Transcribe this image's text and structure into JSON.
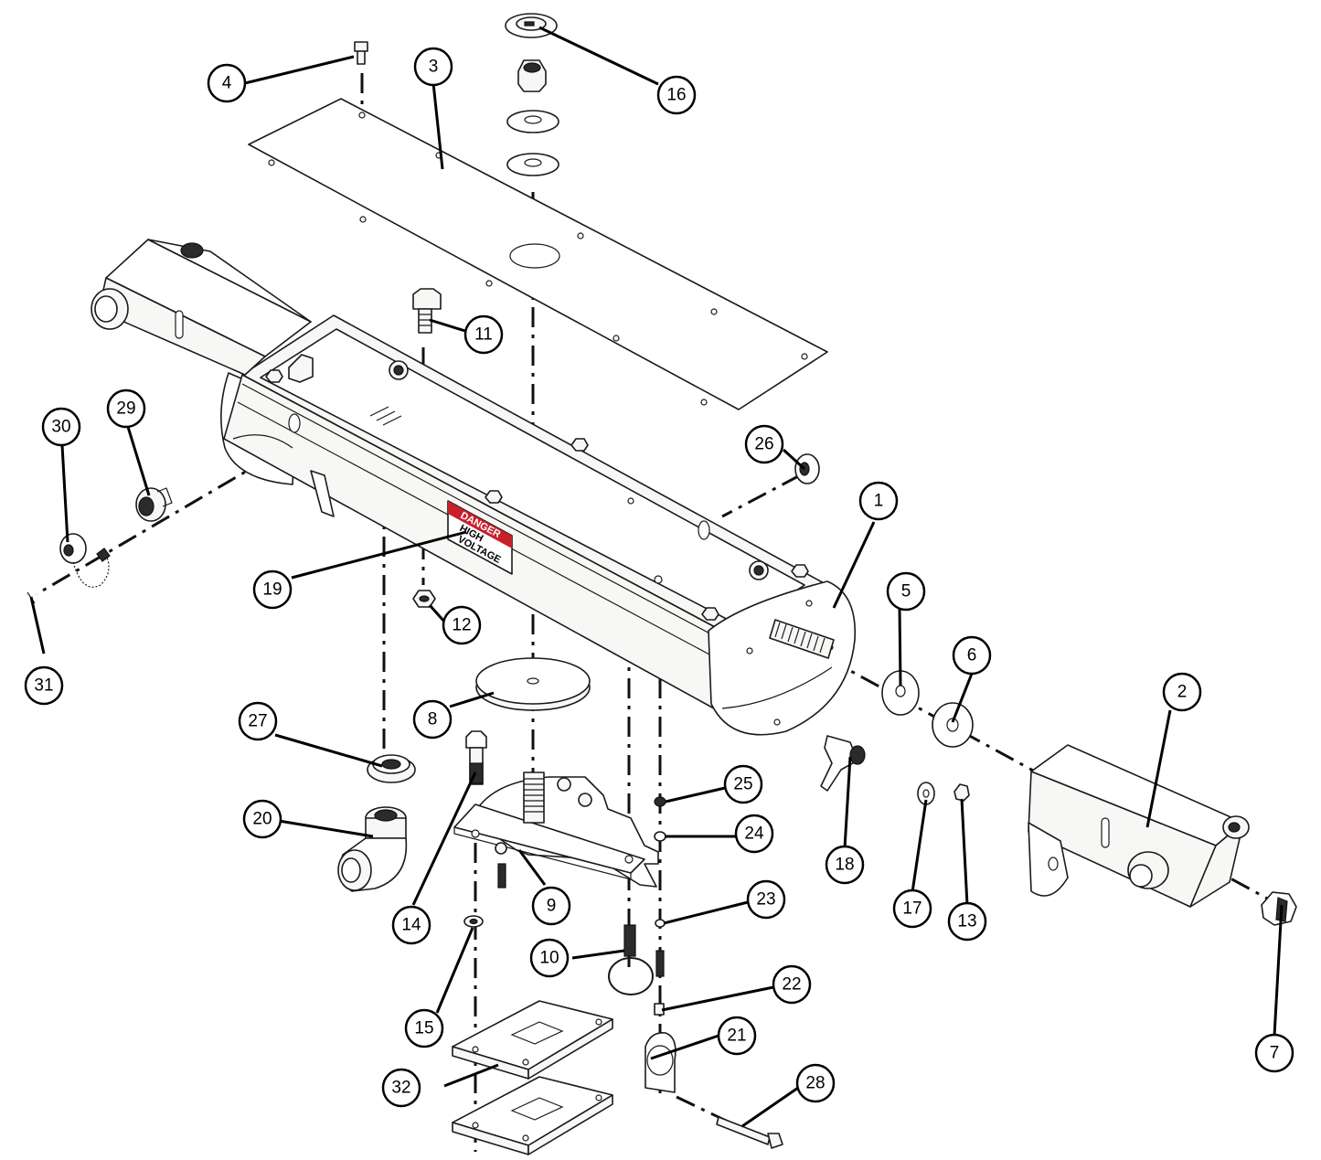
{
  "warning_label": {
    "header": "DANGER",
    "line1": "HIGH",
    "line2": "VOLTAGE"
  },
  "callouts": [
    {
      "id": "1",
      "label": "1"
    },
    {
      "id": "2",
      "label": "2"
    },
    {
      "id": "3",
      "label": "3"
    },
    {
      "id": "4",
      "label": "4"
    },
    {
      "id": "5",
      "label": "5"
    },
    {
      "id": "6",
      "label": "6"
    },
    {
      "id": "7",
      "label": "7"
    },
    {
      "id": "8",
      "label": "8"
    },
    {
      "id": "9",
      "label": "9"
    },
    {
      "id": "10",
      "label": "10"
    },
    {
      "id": "11",
      "label": "11"
    },
    {
      "id": "12",
      "label": "12"
    },
    {
      "id": "13",
      "label": "13"
    },
    {
      "id": "14",
      "label": "14"
    },
    {
      "id": "15",
      "label": "15"
    },
    {
      "id": "16",
      "label": "16"
    },
    {
      "id": "17",
      "label": "17"
    },
    {
      "id": "18",
      "label": "18"
    },
    {
      "id": "19",
      "label": "19"
    },
    {
      "id": "20",
      "label": "20"
    },
    {
      "id": "21",
      "label": "21"
    },
    {
      "id": "22",
      "label": "22"
    },
    {
      "id": "23",
      "label": "23"
    },
    {
      "id": "24",
      "label": "24"
    },
    {
      "id": "25",
      "label": "25"
    },
    {
      "id": "26",
      "label": "26"
    },
    {
      "id": "27",
      "label": "27"
    },
    {
      "id": "28",
      "label": "28"
    },
    {
      "id": "29",
      "label": "29"
    },
    {
      "id": "30",
      "label": "30"
    },
    {
      "id": "31",
      "label": "31"
    },
    {
      "id": "32",
      "label": "32"
    }
  ],
  "colors": {
    "line": "#1a1a1a",
    "label_red": "#c8202b",
    "background": "#ffffff"
  }
}
